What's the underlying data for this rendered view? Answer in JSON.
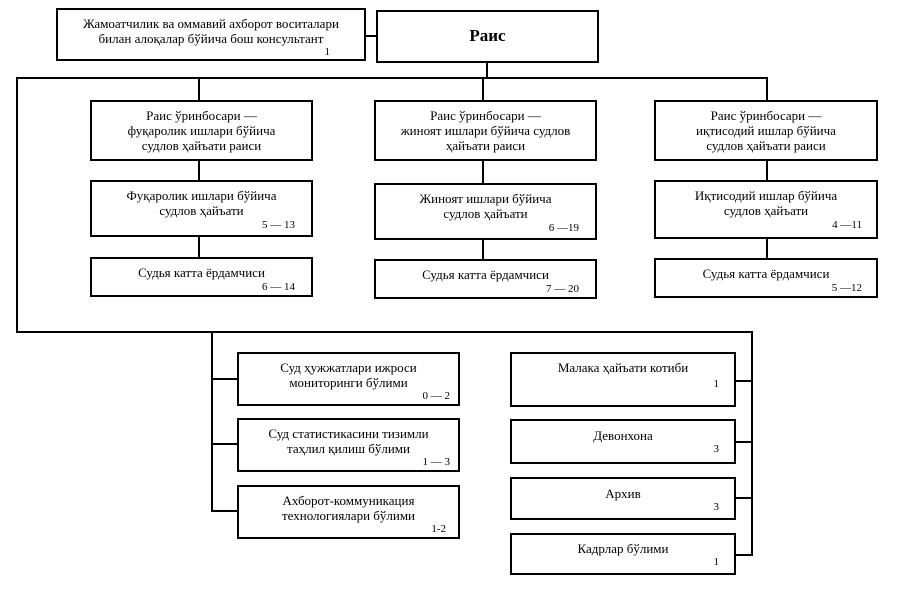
{
  "chair": {
    "title": "Раис"
  },
  "consultant": {
    "title": "Жамоатчилик ва оммавий ахборот воситалари\nбилан алоқалар бўйича бош консультант",
    "count": "1"
  },
  "columns": [
    {
      "deputy": "Раис ўринбосари —\nфуқаролик ишлари бўйича\nсудлов ҳайъати раиси",
      "panel": {
        "title": "Фуқаролик ишлари бўйича\nсудлов ҳайъати",
        "count": "5 — 13"
      },
      "assistant": {
        "title": "Судья катта ёрдамчиси",
        "count": "6 — 14"
      }
    },
    {
      "deputy": "Раис ўринбосари —\nжиноят ишлари бўйича судлов\nҳайъати раиси",
      "panel": {
        "title": "Жиноят ишлари бўйича\nсудлов ҳайъати",
        "count": "6 —19"
      },
      "assistant": {
        "title": "Судья катта ёрдамчиси",
        "count": "7 — 20"
      }
    },
    {
      "deputy": "Раис ўринбосари —\nиқтисодий ишлар бўйича\nсудлов ҳайъати раиси",
      "panel": {
        "title": "Иқтисодий ишлар бўйича\nсудлов ҳайъати",
        "count": "4 —11"
      },
      "assistant": {
        "title": "Судья катта ёрдамчиси",
        "count": "5 —12"
      }
    }
  ],
  "left_departments": [
    {
      "title": "Суд ҳужжатлари ижроси\nмониторинги бўлими",
      "count": "0 — 2"
    },
    {
      "title": "Суд статистикасини тизимли\nтаҳлил қилиш бўлими",
      "count": "1 — 3"
    },
    {
      "title": "Ахборот-коммуникация\nтехнологиялари бўлими",
      "count": "1-2"
    }
  ],
  "right_departments": [
    {
      "title": "Малака ҳайъати котиби",
      "count": "1"
    },
    {
      "title": "Девонхона",
      "count": "3"
    },
    {
      "title": "Архив",
      "count": "3"
    },
    {
      "title": "Кадрлар бўлими",
      "count": "1"
    }
  ]
}
